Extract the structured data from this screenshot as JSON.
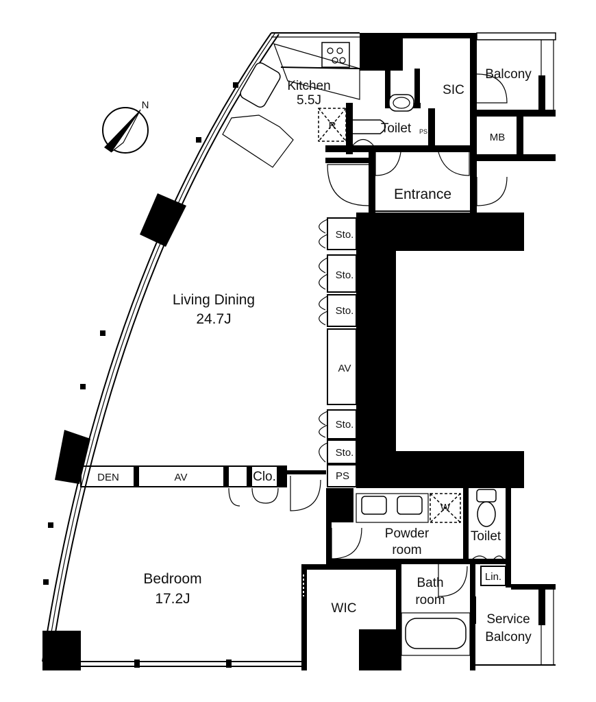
{
  "rooms": {
    "kitchen_name": "Kitchen",
    "kitchen_size": "5.5J",
    "sic": "SIC",
    "balcony": "Balcony",
    "toilet_upper": "Toilet",
    "ps_upper": "PS",
    "mb": "MB",
    "entrance": "Entrance",
    "living_name": "Living Dining",
    "living_size": "24.7J",
    "storage": [
      "Sto.",
      "Sto.",
      "Sto.",
      "Sto.",
      "Sto."
    ],
    "av_right": "AV",
    "den": "DEN",
    "av_left": "AV",
    "closet": "Clo.",
    "ps_lower": "PS",
    "powder_line1": "Powder",
    "powder_line2": "room",
    "toilet_lower": "Toilet",
    "linen": "Lin.",
    "bath_line1": "Bath",
    "bath_line2": "room",
    "wic": "WIC",
    "service_line1": "Service",
    "service_line2": "Balcony",
    "bedroom_name": "Bedroom",
    "bedroom_size": "17.2J",
    "fridge_mark": "R",
    "washer_mark": "W",
    "compass_mark": "N"
  }
}
